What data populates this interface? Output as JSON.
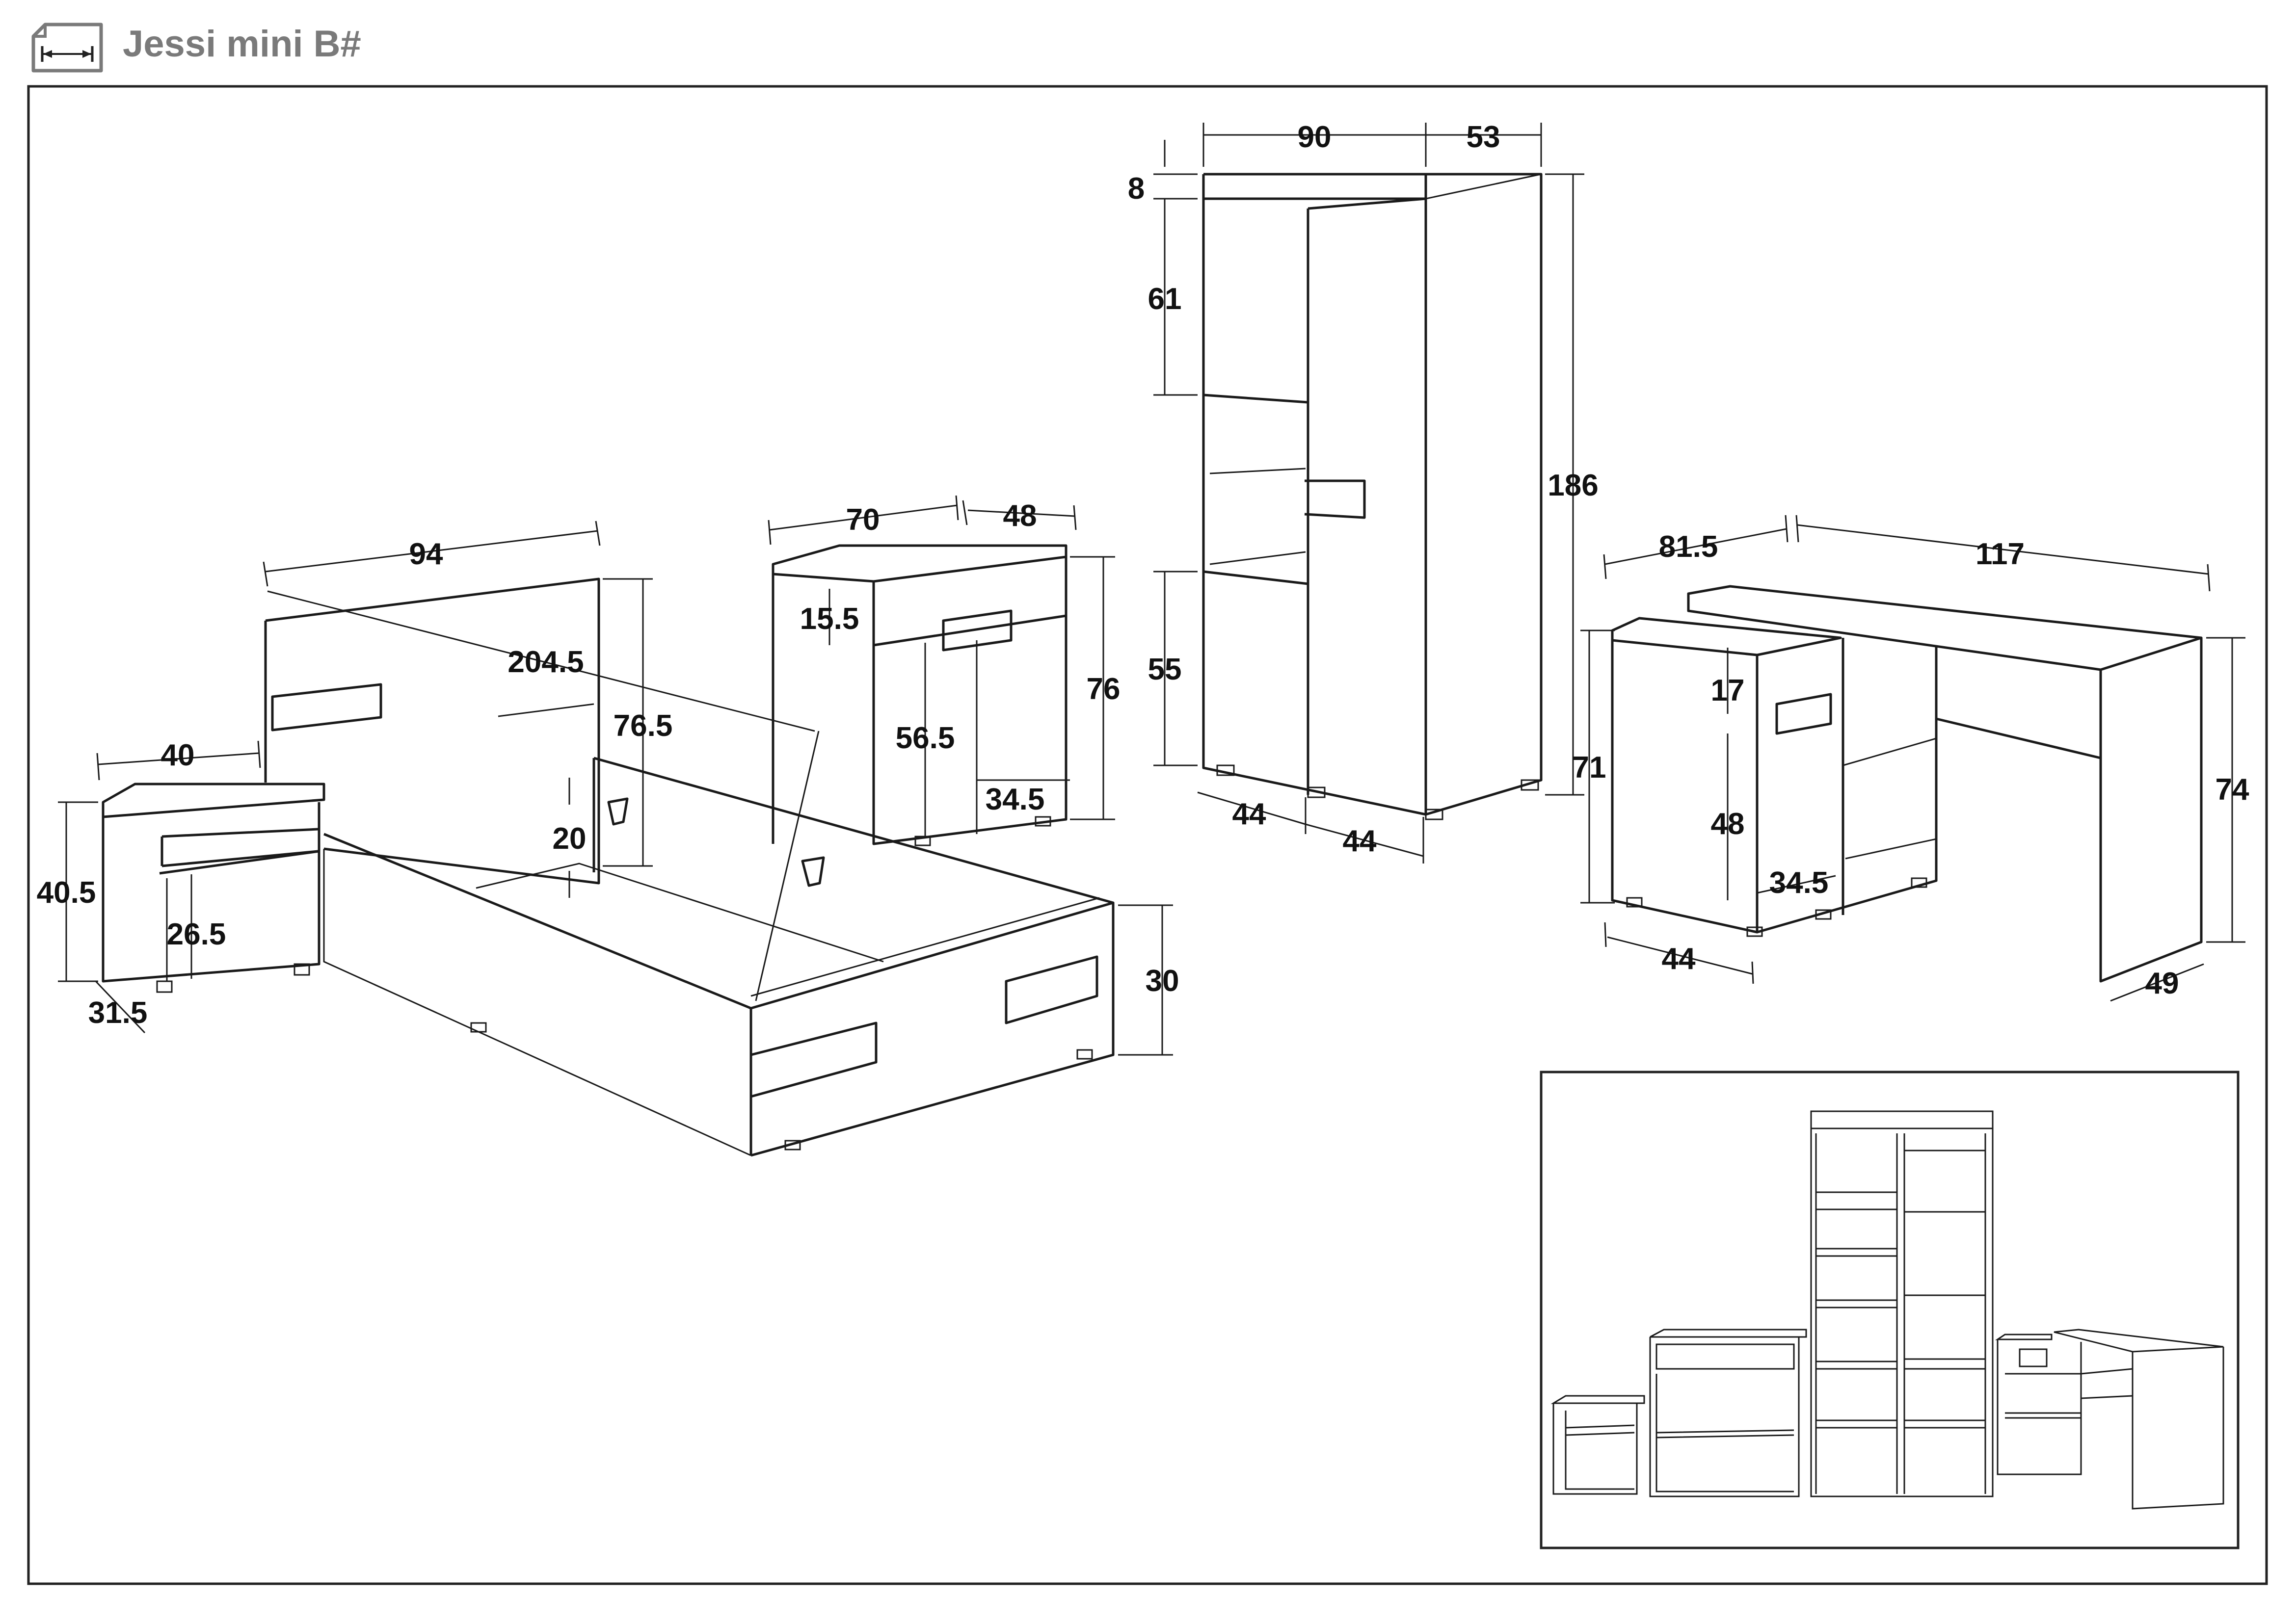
{
  "header": {
    "title": "Jessi mini B#",
    "icon": "dimensions-icon"
  },
  "dimensions": {
    "bed": {
      "width": "94",
      "length": "204.5",
      "headboard_height": "76.5",
      "frame_height": "30",
      "slat_depth": "20"
    },
    "nightstand": {
      "width": "40",
      "height": "40.5",
      "drawer_height": "26.5",
      "depth": "31.5"
    },
    "dresser": {
      "width": "70",
      "depth": "48",
      "height": "76",
      "drawer_height": "15.5",
      "door_height": "56.5",
      "door_width": "34.5"
    },
    "wardrobe": {
      "width": "90",
      "depth": "53",
      "height": "186",
      "top_height": "8",
      "upper_height": "61",
      "lower_height": "55",
      "base_left": "44",
      "base_right": "44"
    },
    "desk": {
      "cabinet_width": "81.5",
      "desk_width": "117",
      "height": "74",
      "cabinet_height": "71",
      "drawer_height": "17",
      "door_height": "48",
      "door_width": "34.5",
      "cabinet_depth": "44",
      "desk_depth": "49"
    }
  }
}
